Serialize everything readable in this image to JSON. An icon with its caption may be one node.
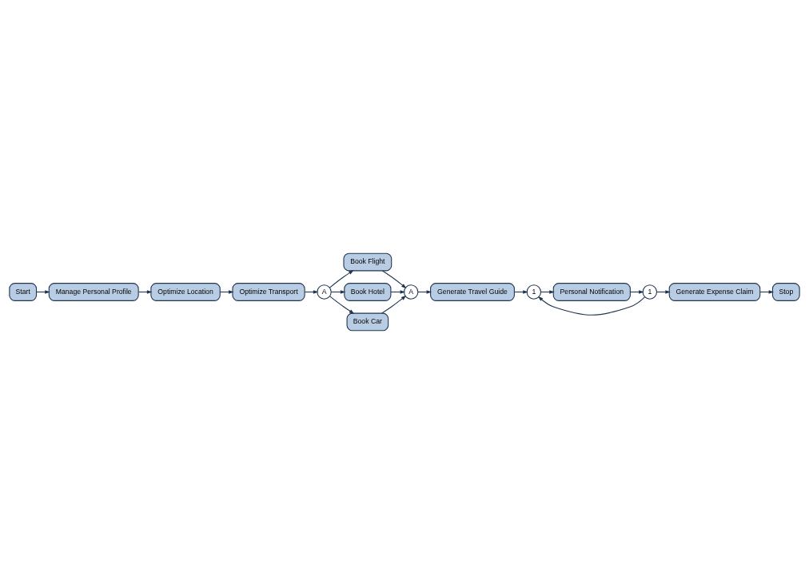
{
  "diagram": {
    "nodes": [
      {
        "text": [
          "Start"
        ]
      },
      {
        "text": [
          "Manage Personal Profile"
        ]
      },
      {
        "text": [
          "Optimize Location"
        ]
      },
      {
        "text": [
          "Optimize Transport"
        ]
      },
      {
        "text": [
          "A"
        ]
      },
      {
        "text": [
          "Book Flight"
        ]
      },
      {
        "text": [
          "Book Hotel"
        ]
      },
      {
        "text": [
          "Book Car"
        ]
      },
      {
        "text": [
          "A"
        ]
      },
      {
        "text": [
          "Generate Travel Guide"
        ]
      },
      {
        "text": [
          "1"
        ]
      },
      {
        "text": [
          "Personal Notification"
        ]
      },
      {
        "text": [
          "1"
        ]
      },
      {
        "text": [
          "Generate Expense Claim"
        ]
      },
      {
        "text": [
          "Stop"
        ]
      }
    ],
    "edges": [
      {
        "from": 0,
        "to": 1,
        "arrow": "to"
      },
      {
        "from": 1,
        "to": 2,
        "arrow": "to"
      },
      {
        "from": 2,
        "to": 3,
        "arrow": "to"
      },
      {
        "from": 3,
        "to": 4,
        "arrow": "to"
      },
      {
        "from": 4,
        "to": 5,
        "arrow": "to"
      },
      {
        "from": 4,
        "to": 6,
        "arrow": "to"
      },
      {
        "from": 4,
        "to": 7,
        "arrow": "to"
      },
      {
        "from": 5,
        "to": 8,
        "arrow": "to"
      },
      {
        "from": 6,
        "to": 8,
        "arrow": "to"
      },
      {
        "from": 7,
        "to": 8,
        "arrow": "to"
      },
      {
        "from": 8,
        "to": 9,
        "arrow": "to"
      },
      {
        "from": 9,
        "to": 10,
        "arrow": "to"
      },
      {
        "from": 10,
        "to": 11,
        "arrow": "to"
      },
      {
        "from": 11,
        "to": 12,
        "arrow": "to"
      },
      {
        "from": 12,
        "to": 13,
        "arrow": "to"
      },
      {
        "from": 12,
        "to": 10,
        "arrow": "to"
      },
      {
        "from": 13,
        "to": 14,
        "arrow": "to"
      }
    ]
  }
}
